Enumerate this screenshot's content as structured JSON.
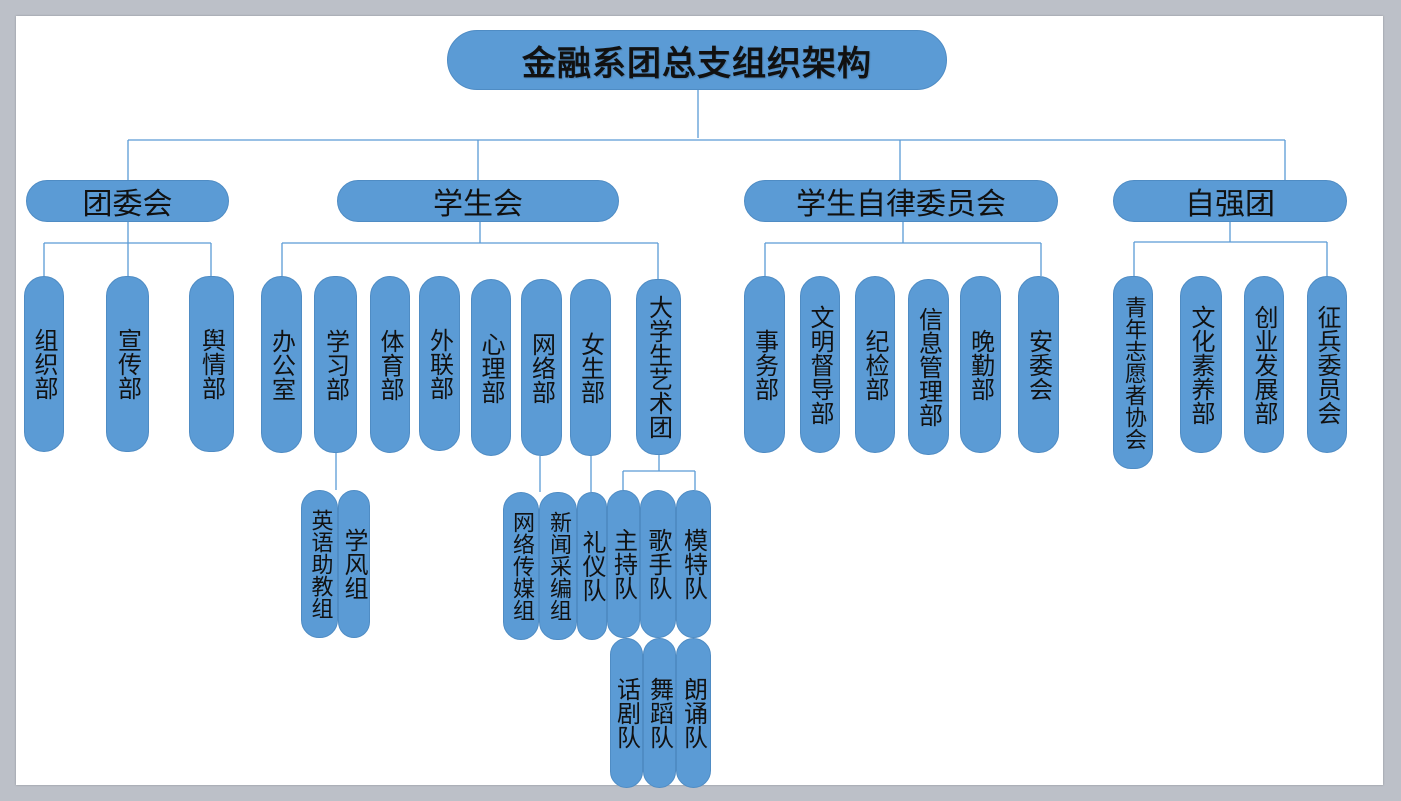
{
  "title": "金融系团总支组织架构",
  "level1": {
    "tuanweihui": "团委会",
    "xueshenghui": "学生会",
    "zilv": "学生自律委员会",
    "ziqiang": "自强团"
  },
  "tuanweihui": {
    "zuzhi": "组织部",
    "xuanchuan": "宣传部",
    "yuqing": "舆情部"
  },
  "xueshenghui": {
    "bangongshi": "办公室",
    "xuexi": "学习部",
    "tiyu": "体育部",
    "wailian": "外联部",
    "xinli": "心理部",
    "wangluo": "网络部",
    "nvsheng": "女生部",
    "yishutuan": "大学生艺术团"
  },
  "xuexi_sub": {
    "yingyu": "英语助教组",
    "xuefeng": "学风组"
  },
  "wangluo_sub": {
    "chuanmei": "网络传媒组",
    "xinwen": "新闻采编组",
    "liyi": "礼仪队"
  },
  "yishutuan_sub": {
    "zhuchi": "主持队",
    "geshou": "歌手队",
    "mote": "模特队",
    "huaju": "话剧队",
    "wudao": "舞蹈队",
    "langsong": "朗诵队"
  },
  "zilv": {
    "shiwu": "事务部",
    "wenming": "文明督导部",
    "jijian": "纪检部",
    "xinxi": "信息管理部",
    "wanqin": "晚勤部",
    "anwei": "安委会"
  },
  "ziqiang": {
    "zhiyuanzhe": "青年志愿者协会",
    "wenhua": "文化素养部",
    "chuangye": "创业发展部",
    "zhengbing": "征兵委员会"
  }
}
